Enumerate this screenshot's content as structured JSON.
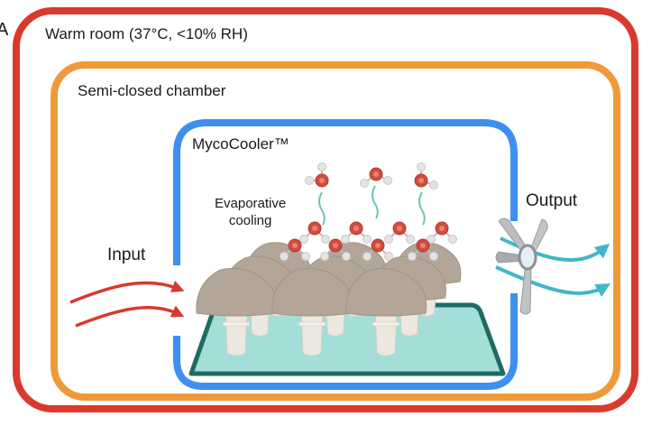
{
  "panel_label": "A",
  "zones": {
    "warm_room": {
      "label": "Warm room (37°C, <10% RH)",
      "color": "#d93a2b"
    },
    "chamber": {
      "label": "Semi-closed chamber",
      "color": "#ee9a3a"
    },
    "device": {
      "label": "MycoCooler™",
      "color": "#3d8ff0"
    }
  },
  "process": {
    "evaporation_label_line1": "Evaporative",
    "evaporation_label_line2": "cooling",
    "input_label": "Input",
    "output_label": "Output"
  },
  "colors": {
    "input_arrow": "#d83a2e",
    "output_arrow": "#3fb8c9",
    "tray_fill": "#a3ded9",
    "tray_edge": "#1f6b64",
    "mushroom_cap": "#b3a698",
    "mushroom_stem": "#ece8e0",
    "oxygen": "#cf4c3f",
    "hydrogen": "#e4e4e4",
    "vapor_trail": "#6cc4b8",
    "fan": "#b9b9be"
  },
  "molecules": {
    "rising_count": 3,
    "layer_count": 8
  },
  "mushroom_count": 9
}
